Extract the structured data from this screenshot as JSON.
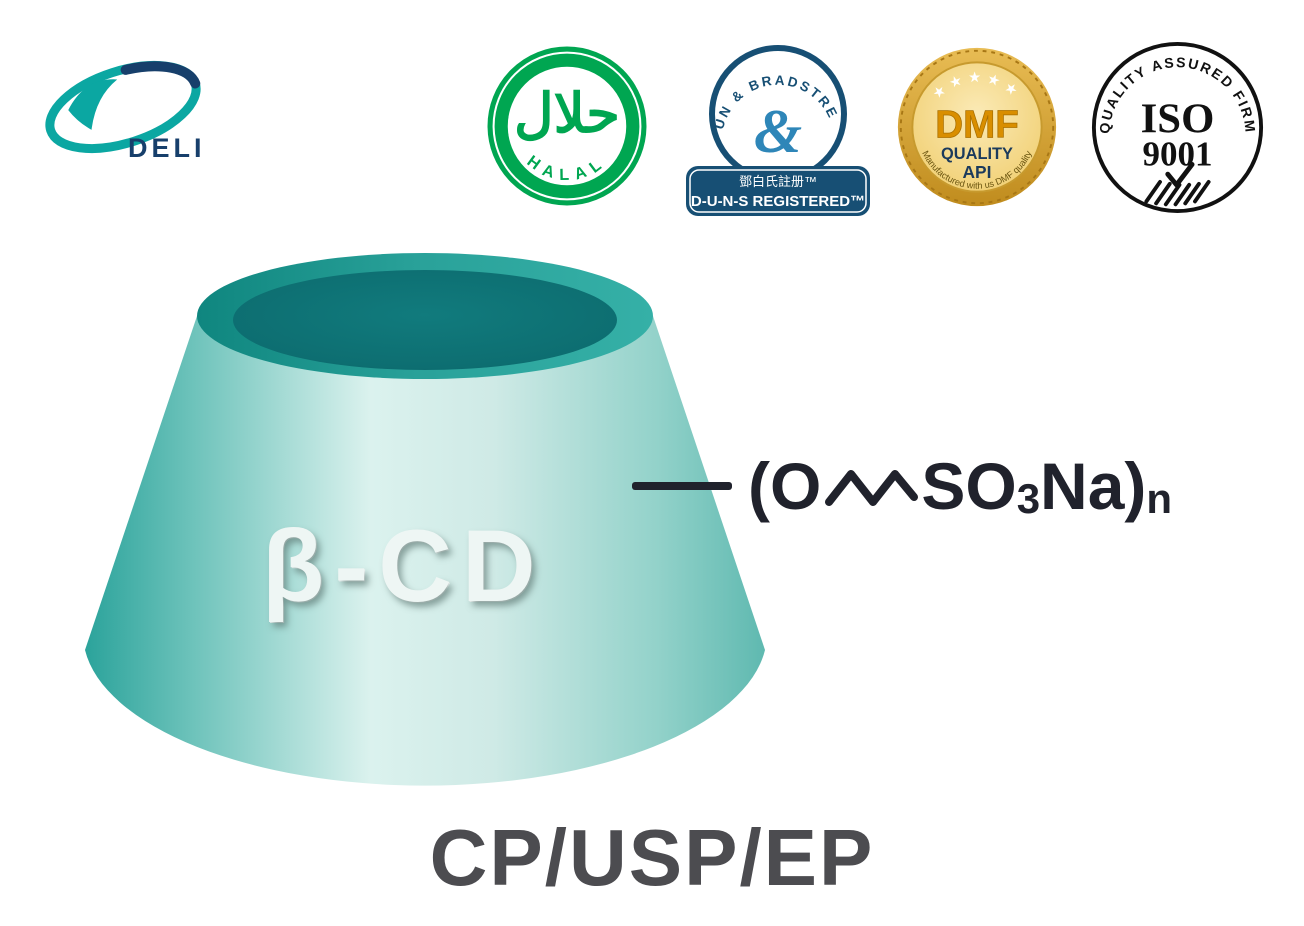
{
  "page": {
    "background": "#ffffff"
  },
  "logo": {
    "text": "DELI",
    "teal": "#0ba7a2",
    "navy": "#173f6b"
  },
  "badges": {
    "halal": {
      "arabic": "حلال",
      "label": "HALAL",
      "green": "#00a651"
    },
    "dnb": {
      "curved": "DUN  &  BRADSTREET",
      "ampersand": "&",
      "chinese": "鄧白氏註册™",
      "label": "D-U-N-S REGISTERED™",
      "navy": "#174f74",
      "blue": "#2e86b8"
    },
    "dmf": {
      "stars": "★★★★★",
      "title": "DMF",
      "line1": "QUALITY",
      "line2": "API",
      "curved": "Manufactured with us DMF quality",
      "gold": "#d9a62e"
    },
    "iso": {
      "curved": "QUALITY ASSURED FIRM",
      "title": "ISO",
      "number": "9001",
      "black": "#111111"
    }
  },
  "cone": {
    "label": "β-CD",
    "teal_dark": "#128a85",
    "teal_light": "#d9f0ec"
  },
  "formula": {
    "open": "(O",
    "so": "SO",
    "sub3": "3",
    "na": "Na)",
    "subn": "n"
  },
  "footer": {
    "grades": "CP/USP/EP"
  }
}
